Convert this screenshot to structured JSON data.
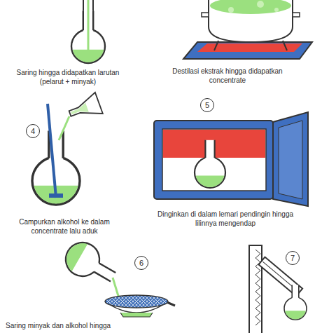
{
  "diagram": {
    "labels": [
      "Saring hingga didapatkan larutan (pelarut + minyak)",
      "Destilasi ekstrak hingga didapatkan concentrate",
      "4",
      "5",
      "Campurkan alkohol ke dalam concentrate lalu aduk",
      "Dinginkan di dalam lemari pendingin hingga lilinnya mengendap",
      "6",
      "7",
      "Saring minyak dan alkohol hingga"
    ]
  }
}
